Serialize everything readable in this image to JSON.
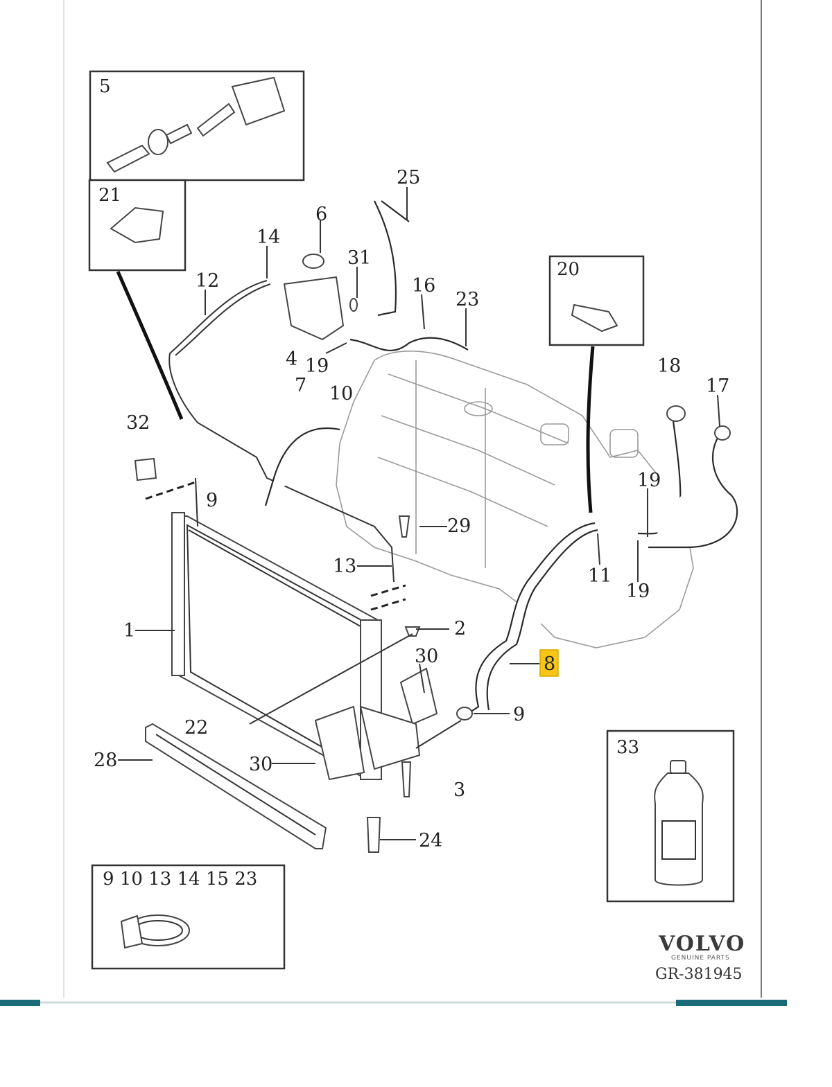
{
  "diagram": {
    "callouts": {
      "c1": "1",
      "c2": "2",
      "c3": "3",
      "c4": "4",
      "c5": "5",
      "c6": "6",
      "c7": "7",
      "c8": "8",
      "c9a": "9",
      "c9b": "9",
      "c10": "10",
      "c11": "11",
      "c12": "12",
      "c13": "13",
      "c14": "14",
      "c16": "16",
      "c17": "17",
      "c18": "18",
      "c19a": "19",
      "c19b": "19",
      "c19c": "19",
      "c20": "20",
      "c21": "21",
      "c22": "22",
      "c23": "23",
      "c24": "24",
      "c25": "25",
      "c28": "28",
      "c29": "29",
      "c30a": "30",
      "c30b": "30",
      "c31": "31",
      "c32": "32",
      "c33": "33"
    },
    "clamp_box_label": "9 10 13 14 15 23",
    "highlight_color": "#f5c518",
    "brand": {
      "name": "VOLVO",
      "sub": "GENUINE PARTS"
    },
    "ref_code": "GR-381945",
    "accent_color": "#1a6b78"
  }
}
